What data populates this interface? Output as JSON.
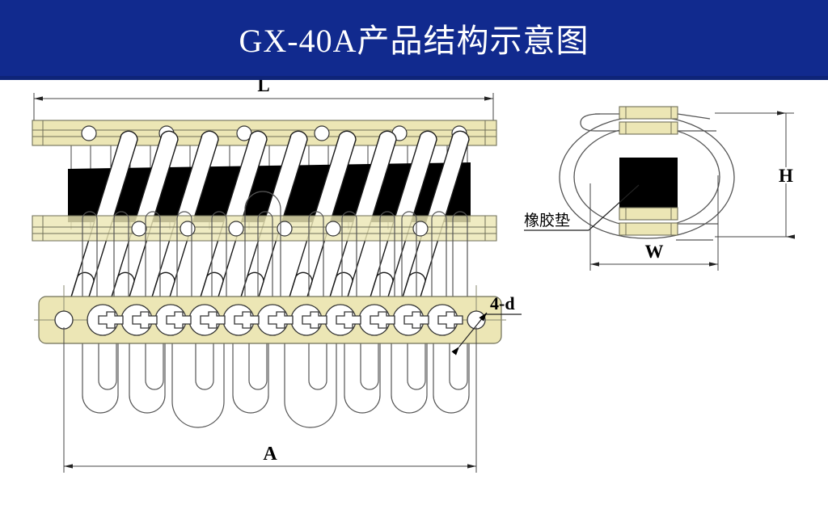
{
  "banner": {
    "title": "GX-40A产品结构示意图",
    "background_color": "#112a8e",
    "text_color": "#ffffff"
  },
  "colors": {
    "banner_blue": "#112a8e",
    "bracket_beige": "#ece6b5",
    "bracket_edge": "#7a7a62",
    "rubber_black": "#000000",
    "cable_white": "#ffffff",
    "line_gray": "#555555",
    "page_white": "#ffffff"
  },
  "views": {
    "front": {
      "name": "front-elevation-view",
      "dimension_label": "L",
      "top_bracket_holes": 6,
      "bottom_bracket_holes": 6,
      "cable_strands": 10,
      "rubber_pad_present": true
    },
    "side": {
      "name": "side-section-view",
      "height_label": "H",
      "width_label": "W",
      "callout_label": "橡胶垫",
      "loop_count": 2,
      "rubber_pad_present": true
    },
    "plan": {
      "name": "plan-top-view",
      "dimension_label": "A",
      "hole_callout": "4-d",
      "screw_count": 11,
      "mounting_holes": 2,
      "upper_loops": 11,
      "lower_loops": 11
    }
  },
  "labels": {
    "length": "L",
    "height": "H",
    "width": "W",
    "across": "A",
    "hole_spec": "4-d",
    "rubber_pad": "橡胶垫"
  }
}
